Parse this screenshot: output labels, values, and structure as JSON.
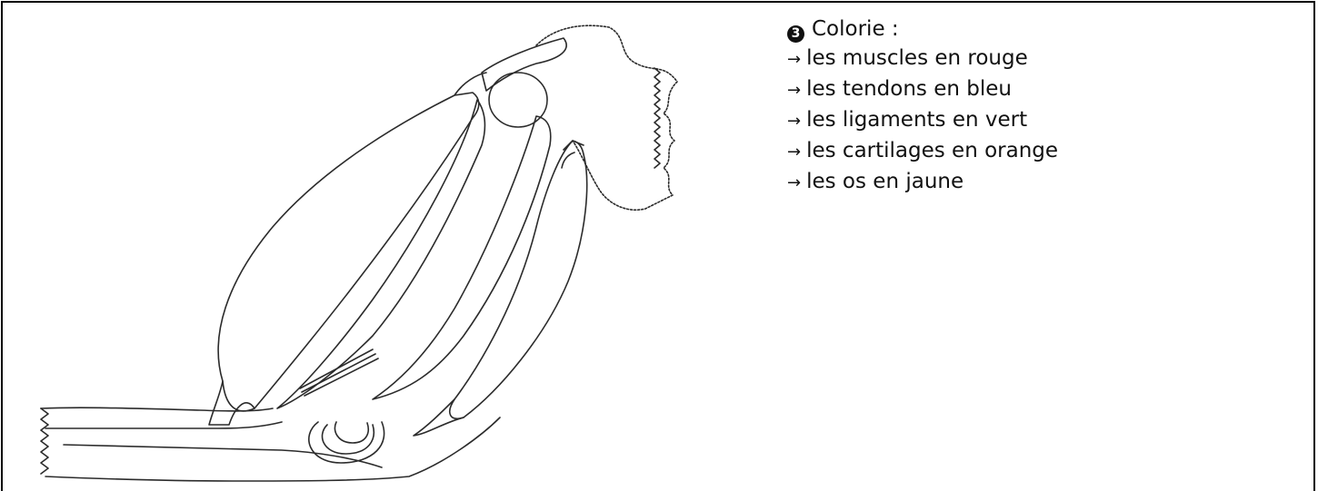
{
  "instructions": {
    "step_number": "3",
    "heading": "Colorie :",
    "arrow_glyph": "→",
    "items": [
      "les muscles en rouge",
      "les tendons en bleu",
      "les ligaments en vert",
      "les cartilages en orange",
      "les os en jaune"
    ]
  },
  "figure": {
    "subject": "elbow-joint-muscles-line-drawing",
    "stroke_color": "#2b2b2b"
  }
}
